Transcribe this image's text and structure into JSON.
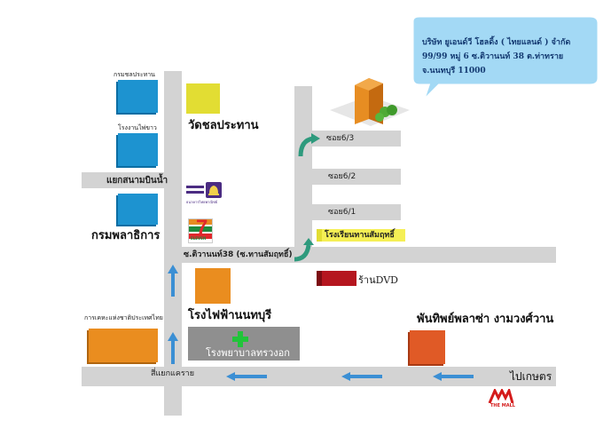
{
  "company": {
    "line1": "บริษัท ยูเอนด์วี โฮลดิ้ง ( ไทยแลนด์ ) จำกัด",
    "line2": "99/99 หมู่ 6 ซ.ติวานนท์ 38 ต.ท่าทราย",
    "line3": "จ.นนทบุรี 11000"
  },
  "labels": {
    "dept_irrigation": "กรมชลประทาน",
    "school_naiban": "โรงงานไพ่ขาว",
    "airport_intersection": "แยกสนามบินน้ำ",
    "dept_postal": "กรมพลาธิการ",
    "temple": "วัดชลประทาน",
    "soi3": "ซอย6/3",
    "soi2": "ซอย6/2",
    "soi1": "ซอย6/1",
    "school": "โรงเรียนทานสัมฤทธิ์",
    "tiwanon_road": "ซ.ติวานนท์38 (ซ.ทานสัมฤทธิ์)",
    "dvd_shop": "ร้านDVD",
    "electricity": "โรงไฟฟ้านนทบุรี",
    "housing": "การเคหะแห่งชาติประเทศไทย",
    "hospital": "โรงพยาบาลทรวงอก",
    "museum": "พันทิพย์พลาซ่า งามวงศ์วาน",
    "khae_rai": "สี่แยกแคราย",
    "to_kaset": "ไปเกษตร",
    "bank_caption": "ธนาคารไทยพาณิชย์",
    "seven_eleven": "ELEVEN",
    "the_mall": "THE MALL"
  },
  "colors": {
    "road": "#d3d3d3",
    "blue_building": "#1d93d0",
    "yellow_building": "#e2dd33",
    "orange_building": "#ea8d1f",
    "red_orange_building": "#e05a26",
    "hospital": "#8f8f8f",
    "dvd": "#b5161f",
    "arrow": "#3b8fd4",
    "green_arrow": "#2e9a7d",
    "bubble": "#a3d9f5",
    "bubble_text": "#143a72"
  }
}
